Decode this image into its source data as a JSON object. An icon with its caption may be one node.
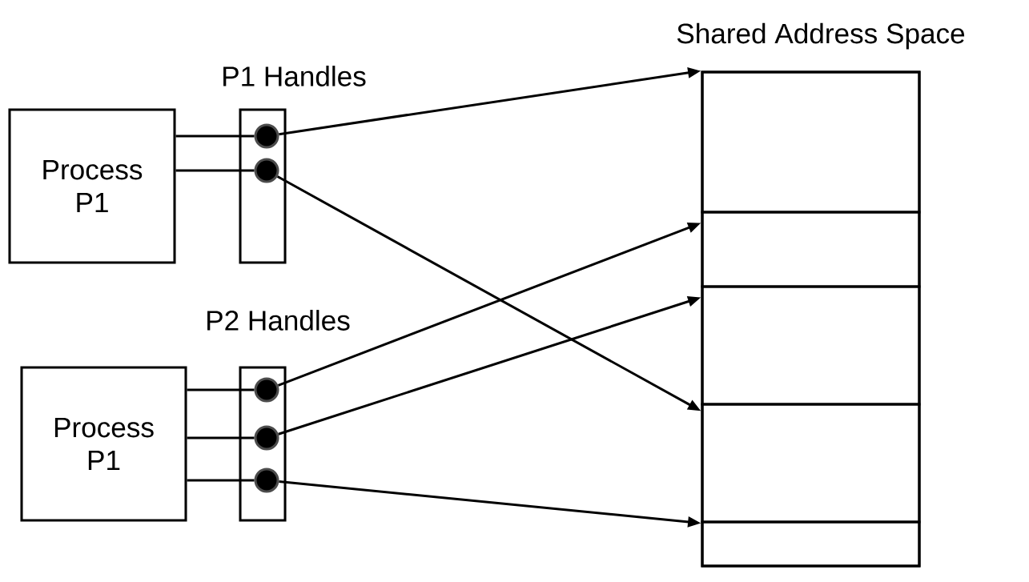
{
  "diagram": {
    "nodes": [
      {
        "text": [
          "Process P1"
        ]
      },
      {
        "text": [
          "P1 Handles"
        ]
      },
      {
        "text": [],
        "shape": "circle",
        "in": 1
      },
      {
        "text": [],
        "shape": "circle",
        "in": 1
      },
      {
        "text": [
          "Process P1"
        ]
      },
      {
        "text": [
          "P2 Handles"
        ]
      },
      {
        "text": [],
        "shape": "circle",
        "in": 5
      },
      {
        "text": [],
        "shape": "circle",
        "in": 5
      },
      {
        "text": [],
        "shape": "circle",
        "in": 5
      },
      {
        "text": [
          "Shared Address Space"
        ]
      },
      {
        "text": [],
        "shape": "box",
        "in": 9
      },
      {
        "text": [],
        "shape": "box",
        "in": 9
      },
      {
        "text": [],
        "shape": "box",
        "in": 9
      },
      {
        "text": [],
        "shape": "box",
        "in": 9
      },
      {
        "text": [],
        "shape": "box",
        "in": 9
      }
    ],
    "edges": [
      {
        "from": 0,
        "to": 2,
        "arrow": "none"
      },
      {
        "from": 0,
        "to": 3,
        "arrow": "none"
      },
      {
        "from": 4,
        "to": 6,
        "arrow": "none"
      },
      {
        "from": 4,
        "to": 7,
        "arrow": "none"
      },
      {
        "from": 4,
        "to": 8,
        "arrow": "none"
      },
      {
        "from": 2,
        "to": 10,
        "arrow": "to"
      },
      {
        "from": 3,
        "to": 13,
        "arrow": "to"
      },
      {
        "from": 6,
        "to": 11,
        "arrow": "to"
      },
      {
        "from": 7,
        "to": 12,
        "arrow": "to"
      },
      {
        "from": 8,
        "to": 14,
        "arrow": "to"
      }
    ]
  }
}
